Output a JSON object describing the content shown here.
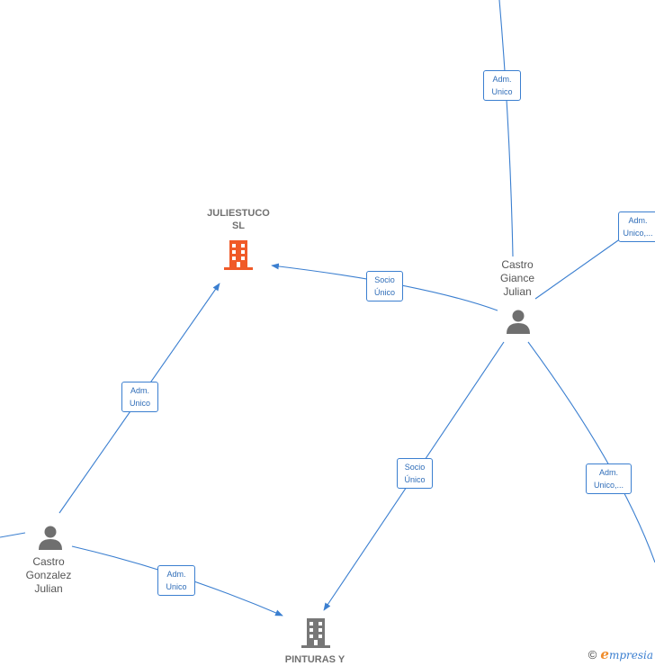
{
  "nodes": {
    "juliestuco": {
      "label": "JULIESTUCO\nSL",
      "type": "company",
      "color": "#f05a28"
    },
    "pinturas": {
      "label": "PINTURAS Y",
      "type": "company",
      "color": "#777777"
    },
    "castro_giance": {
      "label": "Castro\nGiance\nJulian",
      "type": "person"
    },
    "castro_gonzalez": {
      "label": "Castro\nGonzalez\nJulian",
      "type": "person"
    }
  },
  "edges": {
    "top_adm": "Adm.\nUnico",
    "right_adm": "Adm.\nUnico,...",
    "socio_juliestuco": "Socio\nÚnico",
    "socio_pinturas": "Socio\nÚnico",
    "lower_right_adm": "Adm.\nUnico,...",
    "gonzalez_juliestuco": "Adm.\nUnico",
    "gonzalez_pinturas": "Adm.\nUnico"
  },
  "brand": {
    "copyright": "©",
    "initial": "e",
    "name": "mpresia"
  },
  "colors": {
    "edge": "#3b7fd0",
    "person": "#6f6f6f"
  }
}
